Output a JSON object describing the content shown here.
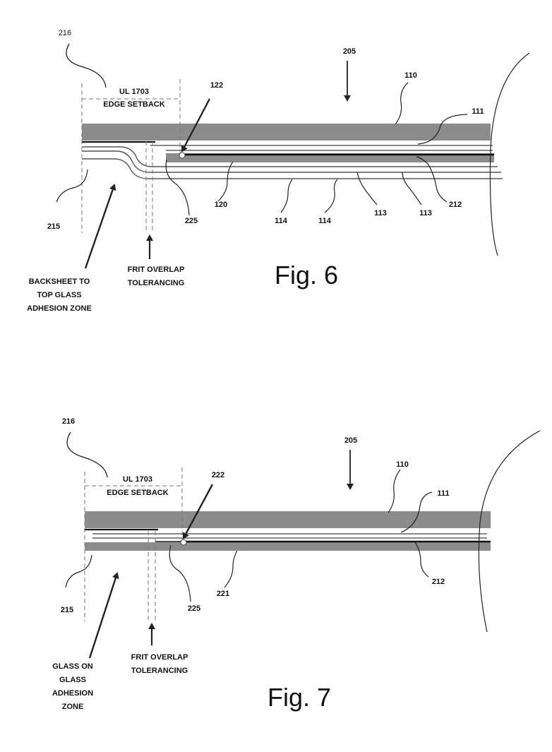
{
  "fig6": {
    "caption": "Fig. 6",
    "labels": {
      "l216": "216",
      "l205": "205",
      "l110": "110",
      "l111": "111",
      "l122": "122",
      "setback1": "UL 1703",
      "setback2": "EDGE SETBACK",
      "l120": "120",
      "l225": "225",
      "l215": "215",
      "l114a": "114",
      "l114b": "114",
      "l113a": "113",
      "l113b": "113",
      "l212": "212",
      "backsheet1": "BACKSHEET TO",
      "backsheet2": "TOP GLASS",
      "backsheet3": "ADHESION ZONE",
      "frit1": "FRIT OVERLAP",
      "frit2": "TOLERANCING"
    }
  },
  "fig7": {
    "caption": "Fig. 7",
    "labels": {
      "l216": "216",
      "l205": "205",
      "l110": "110",
      "l111": "111",
      "l222": "222",
      "setback1": "UL 1703",
      "setback2": "EDGE SETBACK",
      "l221": "221",
      "l225": "225",
      "l215": "215",
      "l212": "212",
      "glass1": "GLASS ON",
      "glass2": "GLASS",
      "glass3": "ADHESION",
      "glass4": "ZONE",
      "frit1": "FRIT OVERLAP",
      "frit2": "TOLERANCING"
    }
  },
  "colors": {
    "glass_fill": "#8c8c8c",
    "line": "#222222"
  }
}
